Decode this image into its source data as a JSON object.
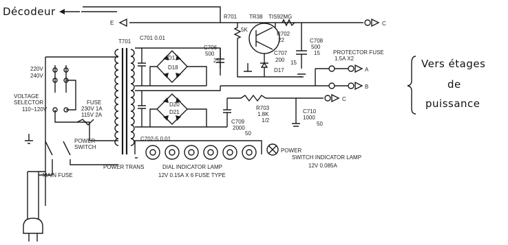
{
  "annotations": {
    "decoder": "Décodeur",
    "to_stages_line1": "Vers étages",
    "to_stages_line2": "de",
    "to_stages_line3": "puissance"
  },
  "outputs": {
    "e": "E",
    "c_top": "C",
    "a": "A",
    "b": "B",
    "c_mid": "C"
  },
  "labels": {
    "r701": "R701",
    "tr38": "TR38",
    "tr38_type": "TIS92MG",
    "r5k": "5K",
    "r702": "R702",
    "r702_val": "22",
    "c708": "C708",
    "c708_val1": "500",
    "c708_val2": "15",
    "t701": "T701",
    "c701": "C701 0.01",
    "c706": "C706",
    "c706_val1": "500",
    "c706_val2": "25",
    "d17": "D17",
    "d18": "D18",
    "c707": "C707",
    "c707_val": "200",
    "c707_v": "15",
    "d17b": "D17",
    "protector_fuse": "PROTECTOR FUSE",
    "protector_fuse_val": "1.5A X2",
    "v220": "220V",
    "v240": "240V",
    "voltage_selector1": "VOLTAGE",
    "voltage_selector2": "SELECTOR",
    "v110": "110~120V",
    "fuse": "FUSE",
    "fuse_230": "230V 1A",
    "fuse_115": "115V 2A",
    "d20": "D20",
    "d21": "D21",
    "r703": "R703",
    "r703_val1": "1.8K",
    "r703_val2": "1/2",
    "c709": "C709",
    "c709_val": "2000",
    "c709_v": "50",
    "c710": "C710",
    "c710_val": "1000",
    "c710_v": "50",
    "power_switch1": "POWER",
    "power_switch2": "SWITCH",
    "c702": "C702-5 0.01",
    "power_lamp1": "POWER",
    "power_lamp2": "SWITCH INDICATOR LAMP",
    "power_lamp3": "12V 0.085A",
    "main_fuse": "MAIN FUSE",
    "power_trans": "POWER TRANS",
    "dial_lamp1": "DIAL INDICATOR LAMP",
    "dial_lamp2": "12V 0.15A X 6 FUSE TYPE"
  }
}
